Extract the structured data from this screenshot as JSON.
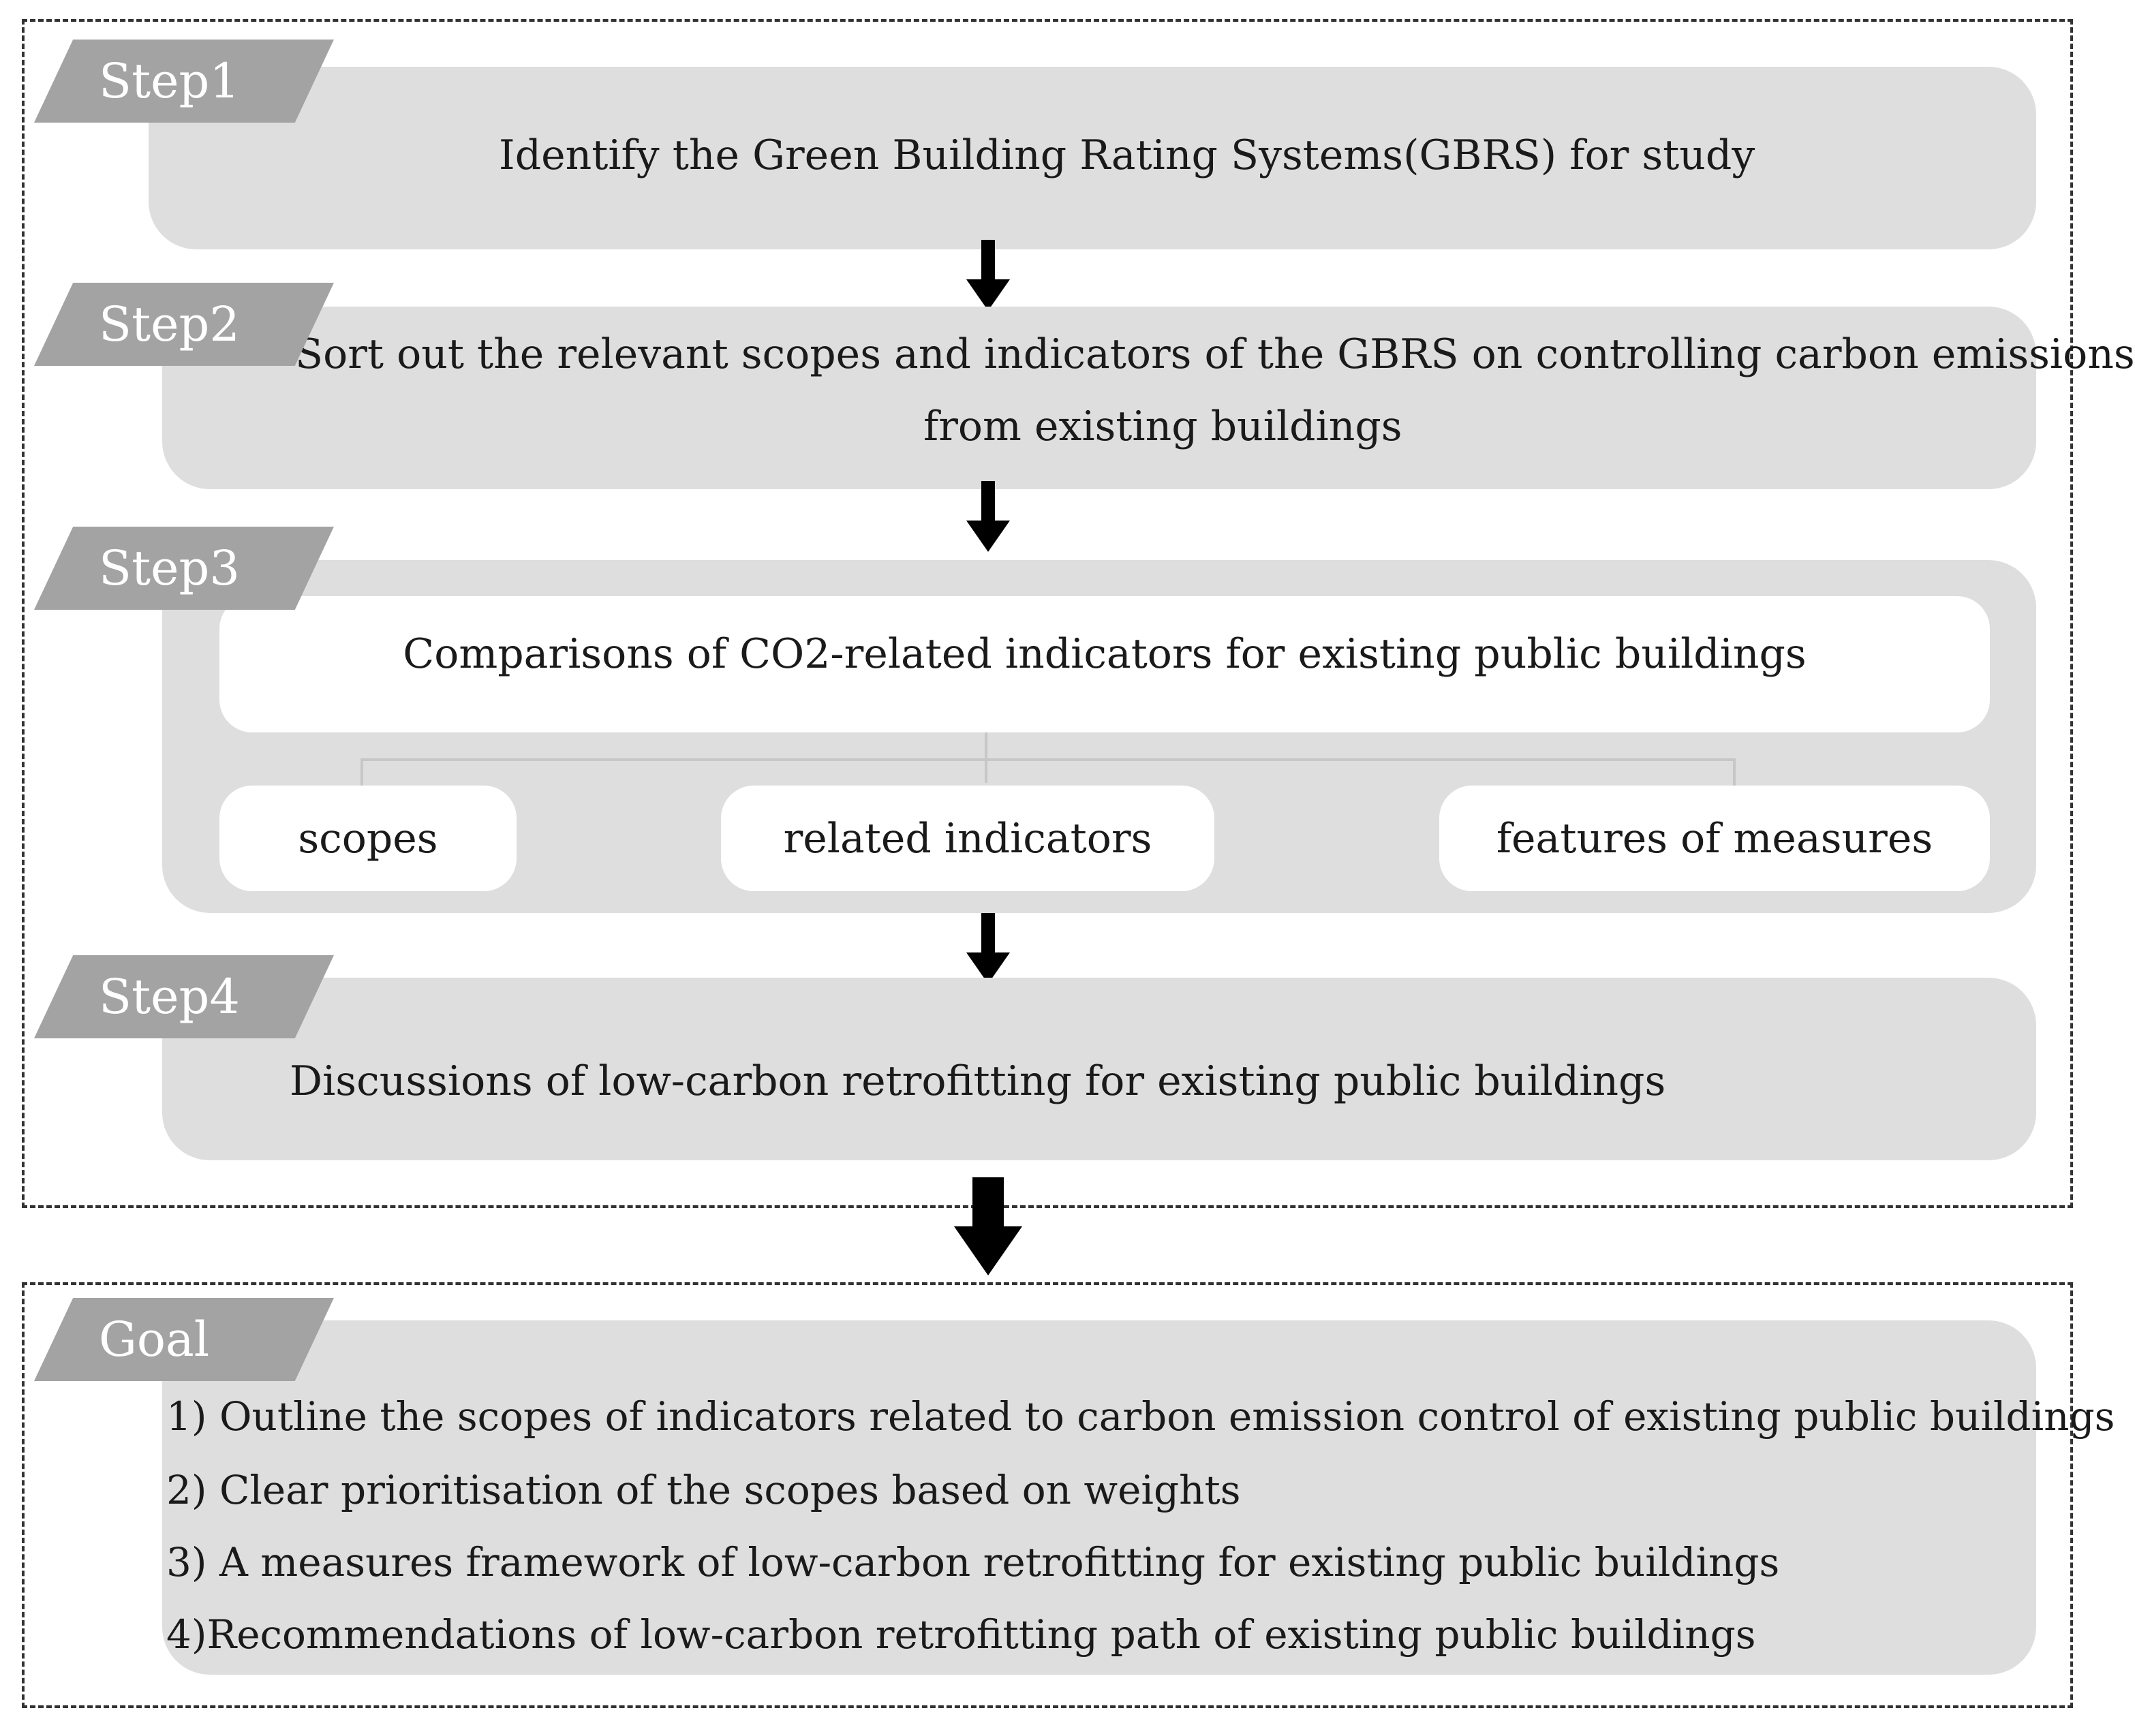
{
  "steps": [
    {
      "tag": "Step1",
      "lines": [
        "Identify the Green Building Rating Systems(GBRS) for study"
      ]
    },
    {
      "tag": "Step2",
      "lines": [
        "Sort out the relevant scopes and indicators of the GBRS on controlling carbon emissions",
        "from existing buildings"
      ]
    },
    {
      "tag": "Step3",
      "title": "Comparisons of CO2-related indicators for existing public buildings",
      "sub_boxes": [
        "scopes",
        "related indicators",
        "features of measures"
      ]
    },
    {
      "tag": "Step4",
      "lines": [
        "Discussions of low-carbon retrofitting for existing public buildings"
      ]
    }
  ],
  "goal": {
    "tag": "Goal",
    "items": [
      "1) Outline the scopes of indicators related to carbon emission control of existing public buildings",
      "2) Clear prioritisation of the scopes based on weights",
      "3) A measures framework of low-carbon retrofitting for existing public buildings",
      "4)Recommendations of low-carbon retrofitting path of existing public buildings"
    ]
  },
  "colors": {
    "panel": "#dedede",
    "tag": "#a3a3a3",
    "arrow": "#000000",
    "inner_box": "#ffffff"
  }
}
